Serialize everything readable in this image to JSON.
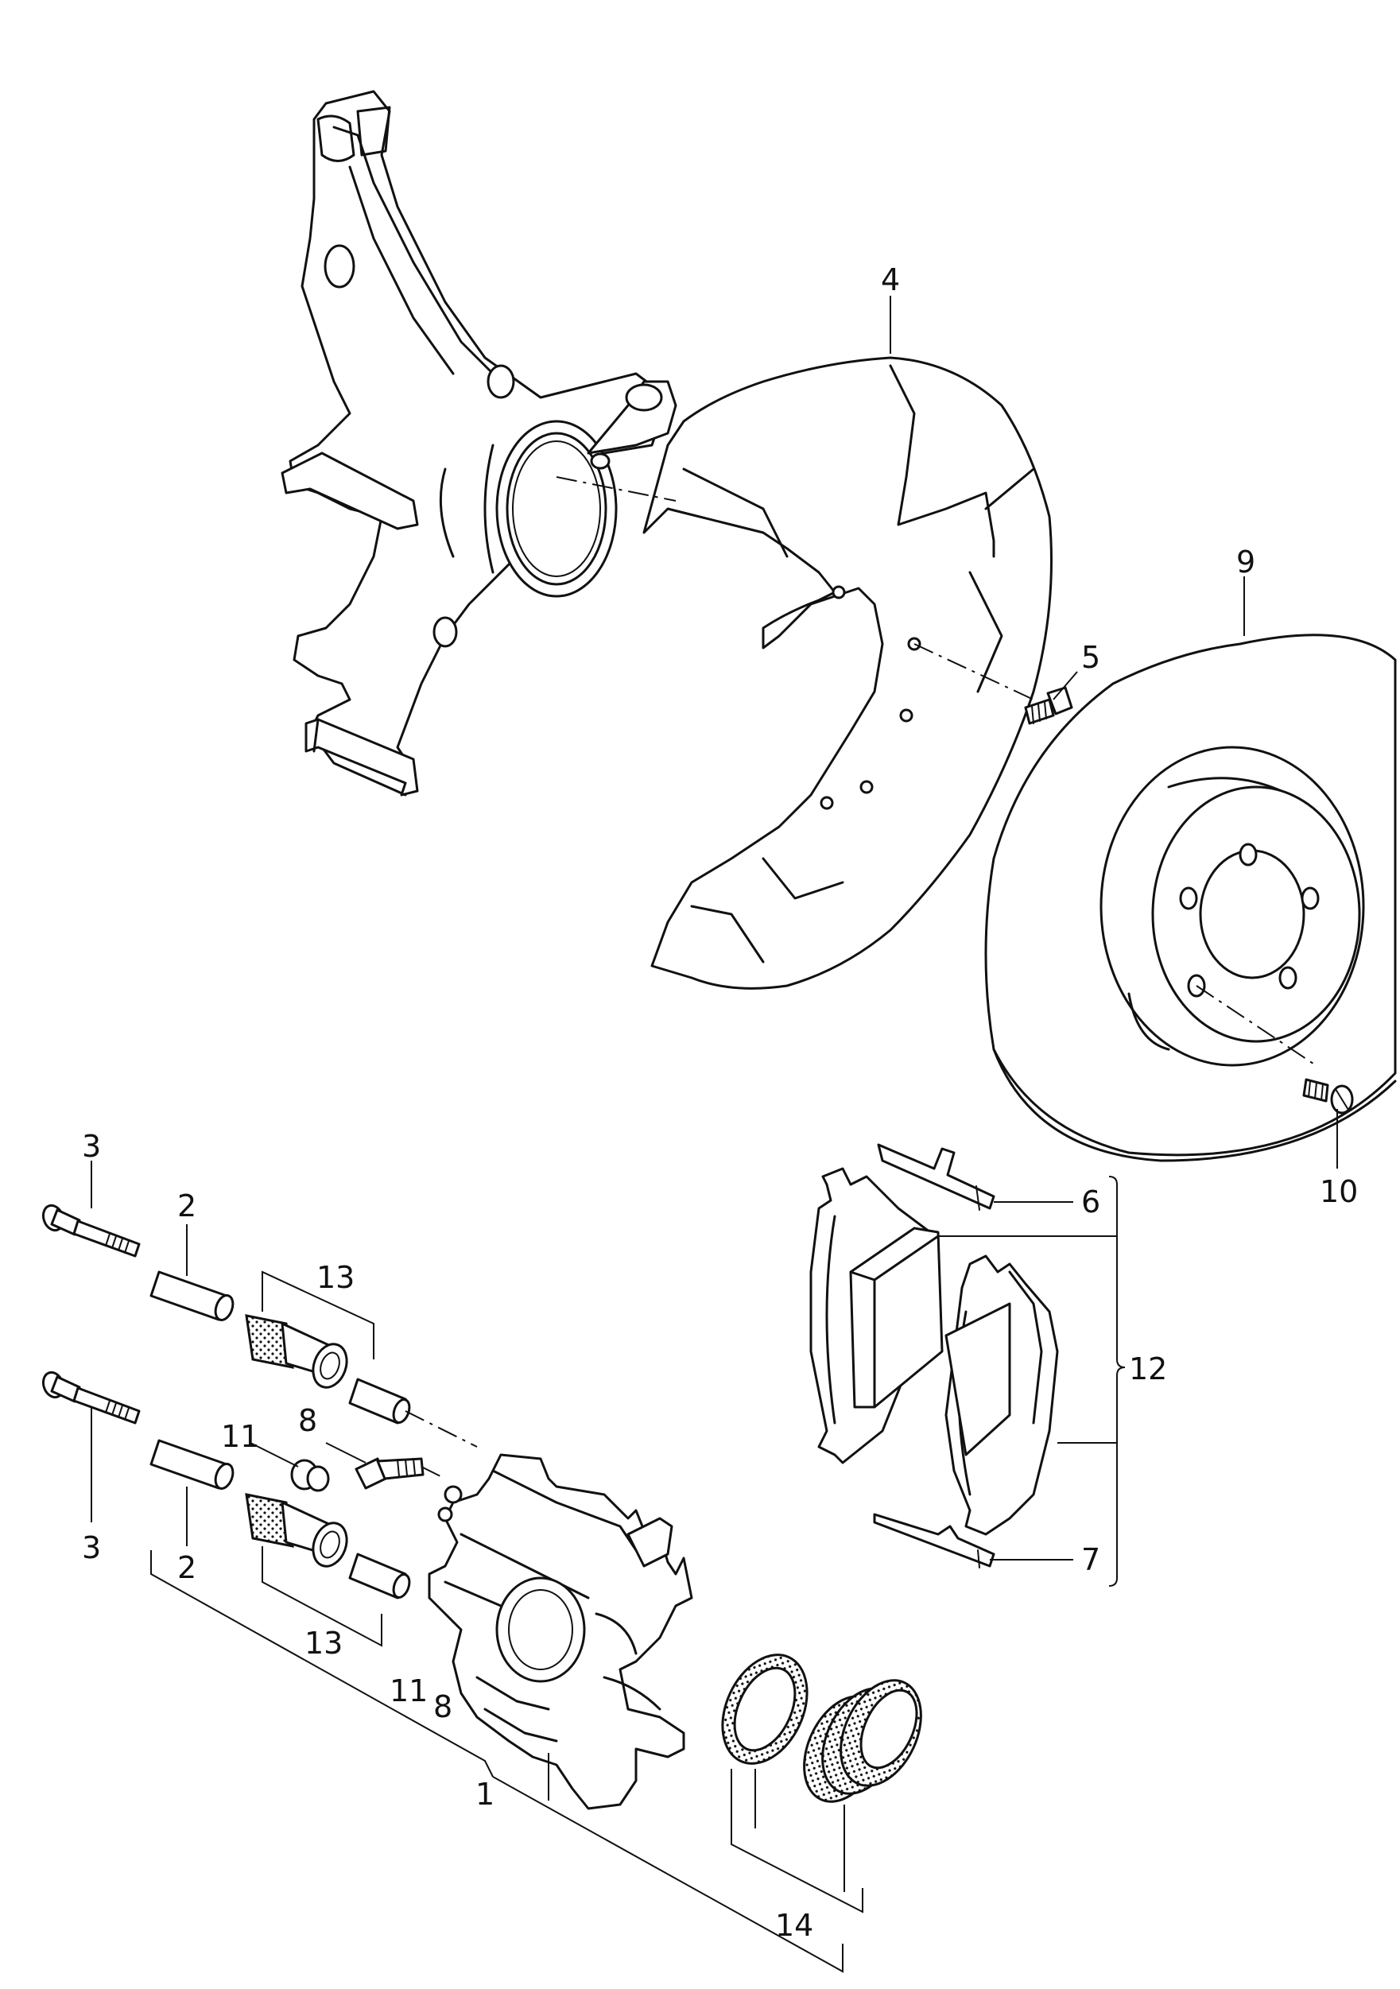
{
  "labels": {
    "p1": "1",
    "p2a": "2",
    "p2b": "2",
    "p3a": "3",
    "p3b": "3",
    "p4": "4",
    "p5": "5",
    "p6": "6",
    "p7": "7",
    "p8a": "8",
    "p8b": "8",
    "p9": "9",
    "p10": "10",
    "p11a": "11",
    "p11b": "11",
    "p12": "12",
    "p13a": "13",
    "p13b": "13",
    "p14": "14"
  }
}
